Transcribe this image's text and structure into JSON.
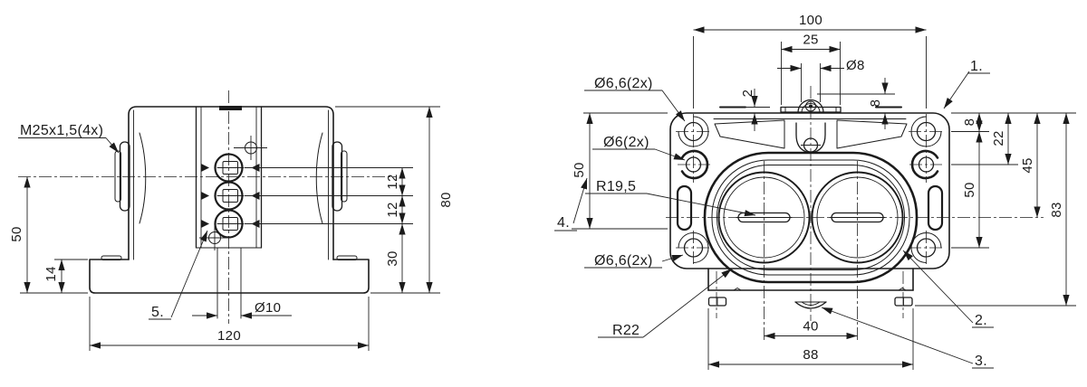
{
  "front_view": {
    "labels": {
      "thread": "M25x1,5(4x)",
      "item5": "5."
    },
    "dims": {
      "d12a": "12",
      "d12b": "12",
      "d30": "30",
      "d80": "80",
      "d50": "50",
      "d14": "14",
      "d120": "120",
      "d10": "Ø10"
    }
  },
  "top_view": {
    "labels": {
      "item1": "1.",
      "item2": "2.",
      "item3": "3.",
      "item4": "4.",
      "hole_top_left": "Ø6,6(2x)",
      "hole_small": "Ø6(2x)",
      "inner_radius": "R19,5",
      "hole_bottom_left": "Ø6,6(2x)",
      "outer_radius": "R22"
    },
    "dims": {
      "d100": "100",
      "d25": "25",
      "d8_dia": "Ø8",
      "d2": "2",
      "d8_boss": "8",
      "d8_edge": "8",
      "d22": "22",
      "d45": "45",
      "d50_right": "50",
      "d83": "83",
      "d50_left": "50",
      "d40": "40",
      "d88": "88"
    }
  }
}
